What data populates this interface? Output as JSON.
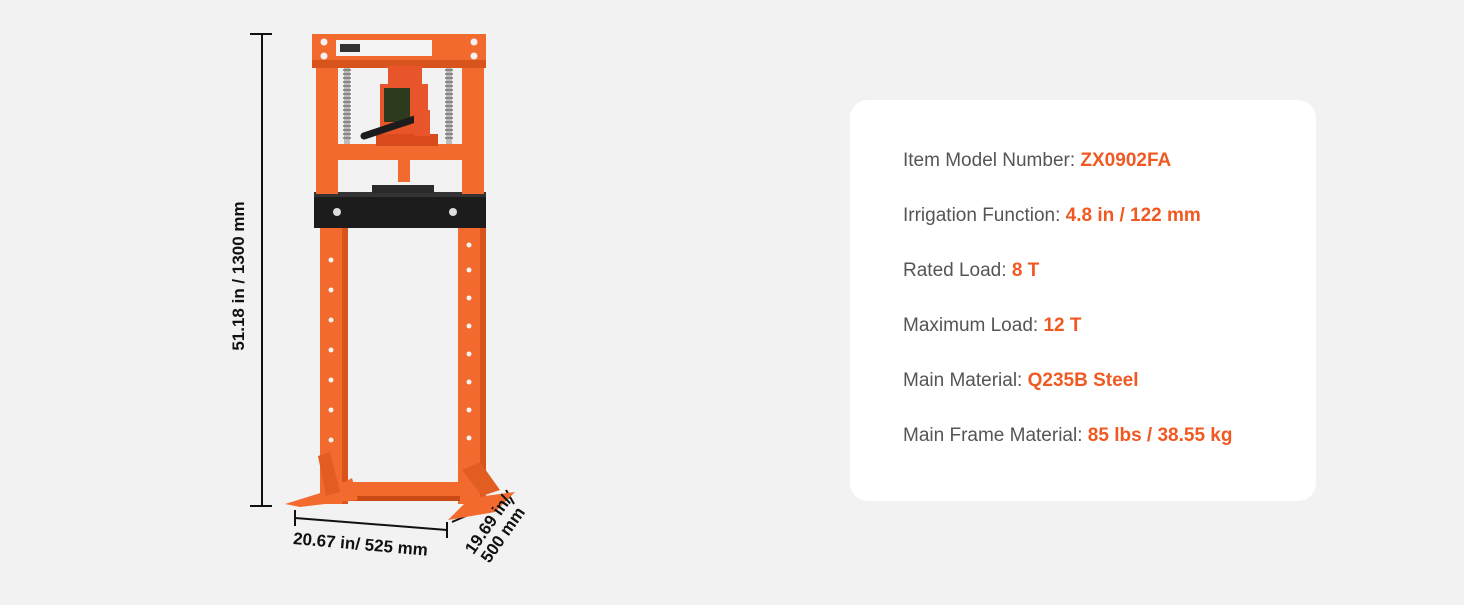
{
  "dimensions": {
    "height": "51.18 in / 1300 mm",
    "width": "20.67 in/ 525 mm",
    "depth_line1": "19.69 in/",
    "depth_line2": "500 mm"
  },
  "specs": [
    {
      "label": "Item Model Number: ",
      "value": "ZX0902FA"
    },
    {
      "label": "Irrigation Function: ",
      "value": "4.8 in / 122 mm"
    },
    {
      "label": "Rated Load: ",
      "value": "8 T"
    },
    {
      "label": "Maximum Load: ",
      "value": "12 T"
    },
    {
      "label": "Main Material: ",
      "value": "Q235B Steel"
    },
    {
      "label": "Main Frame Material: ",
      "value": "85 lbs / 38.55 kg"
    }
  ],
  "colors": {
    "accent": "#f05a22",
    "frame_orange": "#f26a2e",
    "beam_black": "#1c1c1c",
    "label_gray": "#555555",
    "background": "#f2f2f2",
    "card": "#ffffff"
  }
}
